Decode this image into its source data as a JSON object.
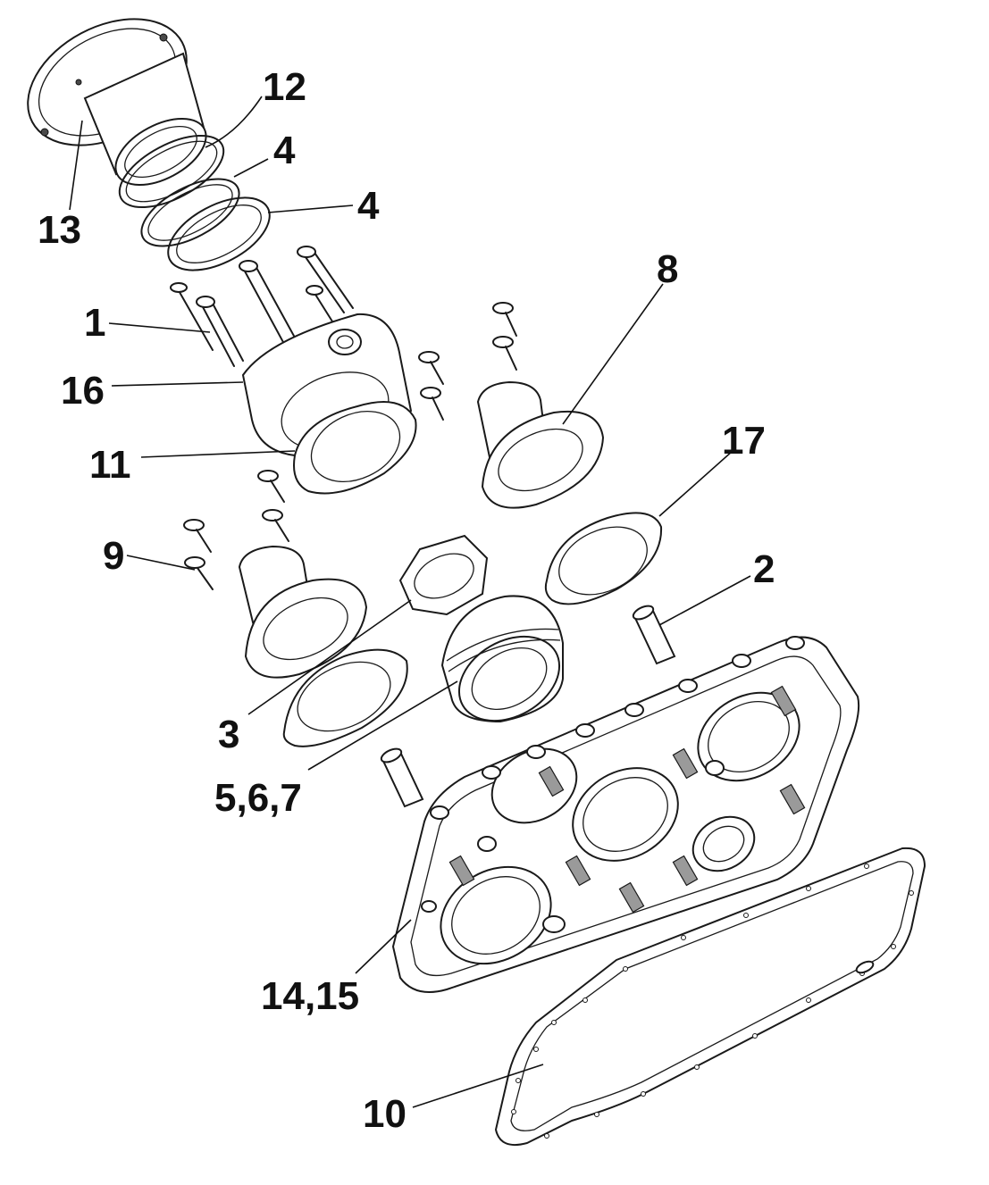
{
  "callouts": [
    {
      "id": "c13",
      "text": "13"
    },
    {
      "id": "c12",
      "text": "12"
    },
    {
      "id": "c4a",
      "text": "4"
    },
    {
      "id": "c4b",
      "text": "4"
    },
    {
      "id": "c8",
      "text": "8"
    },
    {
      "id": "c1",
      "text": "1"
    },
    {
      "id": "c16",
      "text": "16"
    },
    {
      "id": "c11",
      "text": "11"
    },
    {
      "id": "c17",
      "text": "17"
    },
    {
      "id": "c9",
      "text": "9"
    },
    {
      "id": "c2",
      "text": "2"
    },
    {
      "id": "c3",
      "text": "3"
    },
    {
      "id": "c567",
      "text": "5,6,7"
    },
    {
      "id": "c1415",
      "text": "14,15"
    },
    {
      "id": "c10",
      "text": "10"
    }
  ]
}
